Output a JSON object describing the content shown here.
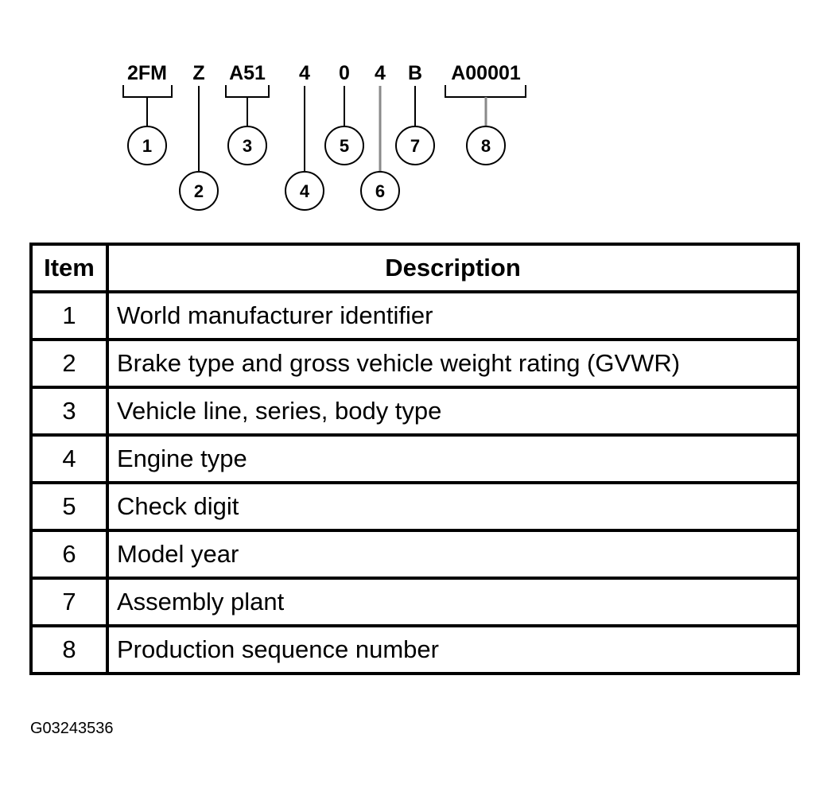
{
  "vin": {
    "segments": [
      "2FM",
      "Z",
      "A51",
      "4",
      "0",
      "4",
      "B",
      "A00001"
    ],
    "callouts": [
      "1",
      "2",
      "3",
      "4",
      "5",
      "6",
      "7",
      "8"
    ]
  },
  "table": {
    "headers": {
      "item": "Item",
      "description": "Description"
    },
    "rows": [
      {
        "item": "1",
        "description": "World manufacturer identifier"
      },
      {
        "item": "2",
        "description": "Brake type and gross vehicle weight rating (GVWR)"
      },
      {
        "item": "3",
        "description": "Vehicle line, series, body type"
      },
      {
        "item": "4",
        "description": "Engine type"
      },
      {
        "item": "5",
        "description": "Check digit"
      },
      {
        "item": "6",
        "description": "Model year"
      },
      {
        "item": "7",
        "description": "Assembly plant"
      },
      {
        "item": "8",
        "description": "Production sequence number"
      }
    ]
  },
  "figure_id": "G03243536"
}
